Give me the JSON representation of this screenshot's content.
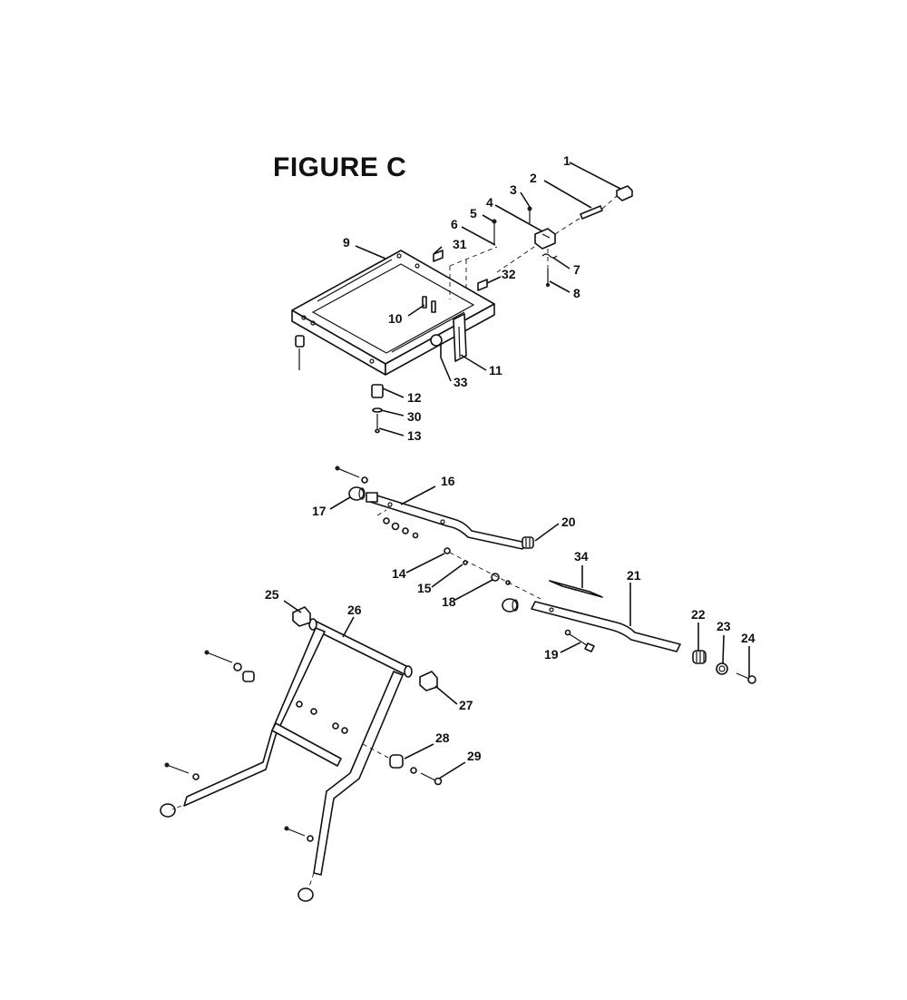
{
  "figure": {
    "title": "FIGURE C"
  },
  "callouts": [
    {
      "id": "1",
      "label": "1"
    },
    {
      "id": "2",
      "label": "2"
    },
    {
      "id": "3",
      "label": "3"
    },
    {
      "id": "4",
      "label": "4"
    },
    {
      "id": "5",
      "label": "5"
    },
    {
      "id": "6",
      "label": "6"
    },
    {
      "id": "7",
      "label": "7"
    },
    {
      "id": "8",
      "label": "8"
    },
    {
      "id": "9",
      "label": "9"
    },
    {
      "id": "10",
      "label": "10"
    },
    {
      "id": "11",
      "label": "11"
    },
    {
      "id": "12",
      "label": "12"
    },
    {
      "id": "13",
      "label": "13"
    },
    {
      "id": "14",
      "label": "14"
    },
    {
      "id": "15",
      "label": "15"
    },
    {
      "id": "16",
      "label": "16"
    },
    {
      "id": "17",
      "label": "17"
    },
    {
      "id": "18",
      "label": "18"
    },
    {
      "id": "19",
      "label": "19"
    },
    {
      "id": "20",
      "label": "20"
    },
    {
      "id": "21",
      "label": "21"
    },
    {
      "id": "22",
      "label": "22"
    },
    {
      "id": "23",
      "label": "23"
    },
    {
      "id": "24",
      "label": "24"
    },
    {
      "id": "25",
      "label": "25"
    },
    {
      "id": "26",
      "label": "26"
    },
    {
      "id": "27",
      "label": "27"
    },
    {
      "id": "28",
      "label": "28"
    },
    {
      "id": "29",
      "label": "29"
    },
    {
      "id": "30",
      "label": "30"
    },
    {
      "id": "31",
      "label": "31"
    },
    {
      "id": "32",
      "label": "32"
    },
    {
      "id": "33",
      "label": "33"
    },
    {
      "id": "34",
      "label": "34"
    }
  ]
}
